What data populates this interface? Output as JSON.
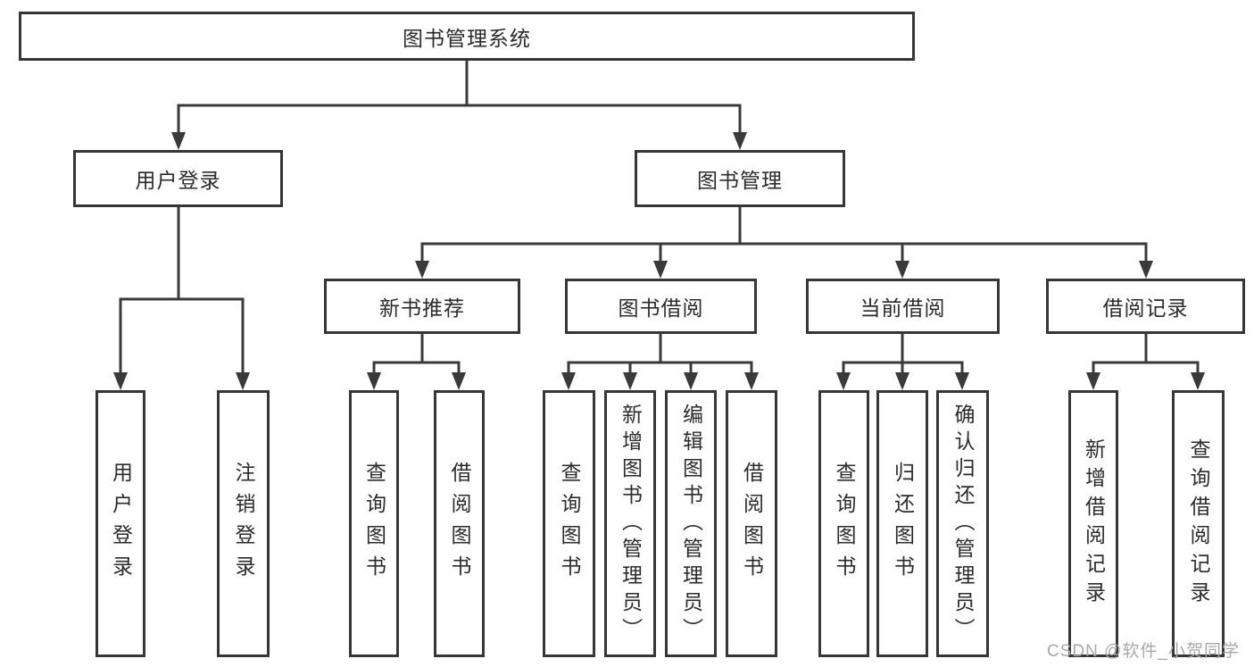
{
  "tree": {
    "label": "图书管理系统",
    "children": [
      {
        "label": "用户登录",
        "children": [
          {
            "label": "用户登录"
          },
          {
            "label": "注销登录"
          }
        ]
      },
      {
        "label": "图书管理",
        "children": [
          {
            "label": "新书推荐",
            "children": [
              {
                "label": "查询图书"
              },
              {
                "label": "借阅图书"
              }
            ]
          },
          {
            "label": "图书借阅",
            "children": [
              {
                "label": "查询图书"
              },
              {
                "label": "新增图书（管理员）"
              },
              {
                "label": "编辑图书（管理员）"
              },
              {
                "label": "借阅图书"
              }
            ]
          },
          {
            "label": "当前借阅",
            "children": [
              {
                "label": "查询图书"
              },
              {
                "label": "归还图书"
              },
              {
                "label": "确认归还（管理员）"
              }
            ]
          },
          {
            "label": "借阅记录",
            "children": [
              {
                "label": "新增借阅记录"
              },
              {
                "label": "查询借阅记录"
              }
            ]
          }
        ]
      }
    ]
  },
  "watermark": {
    "text": "CSDN @软件_小贺同学"
  },
  "colors": {
    "line": "#3a3a3a",
    "box_border": "#363636",
    "text": "#2b2b2b",
    "watermark": "#a8a8a8",
    "background": "#ffffff"
  }
}
